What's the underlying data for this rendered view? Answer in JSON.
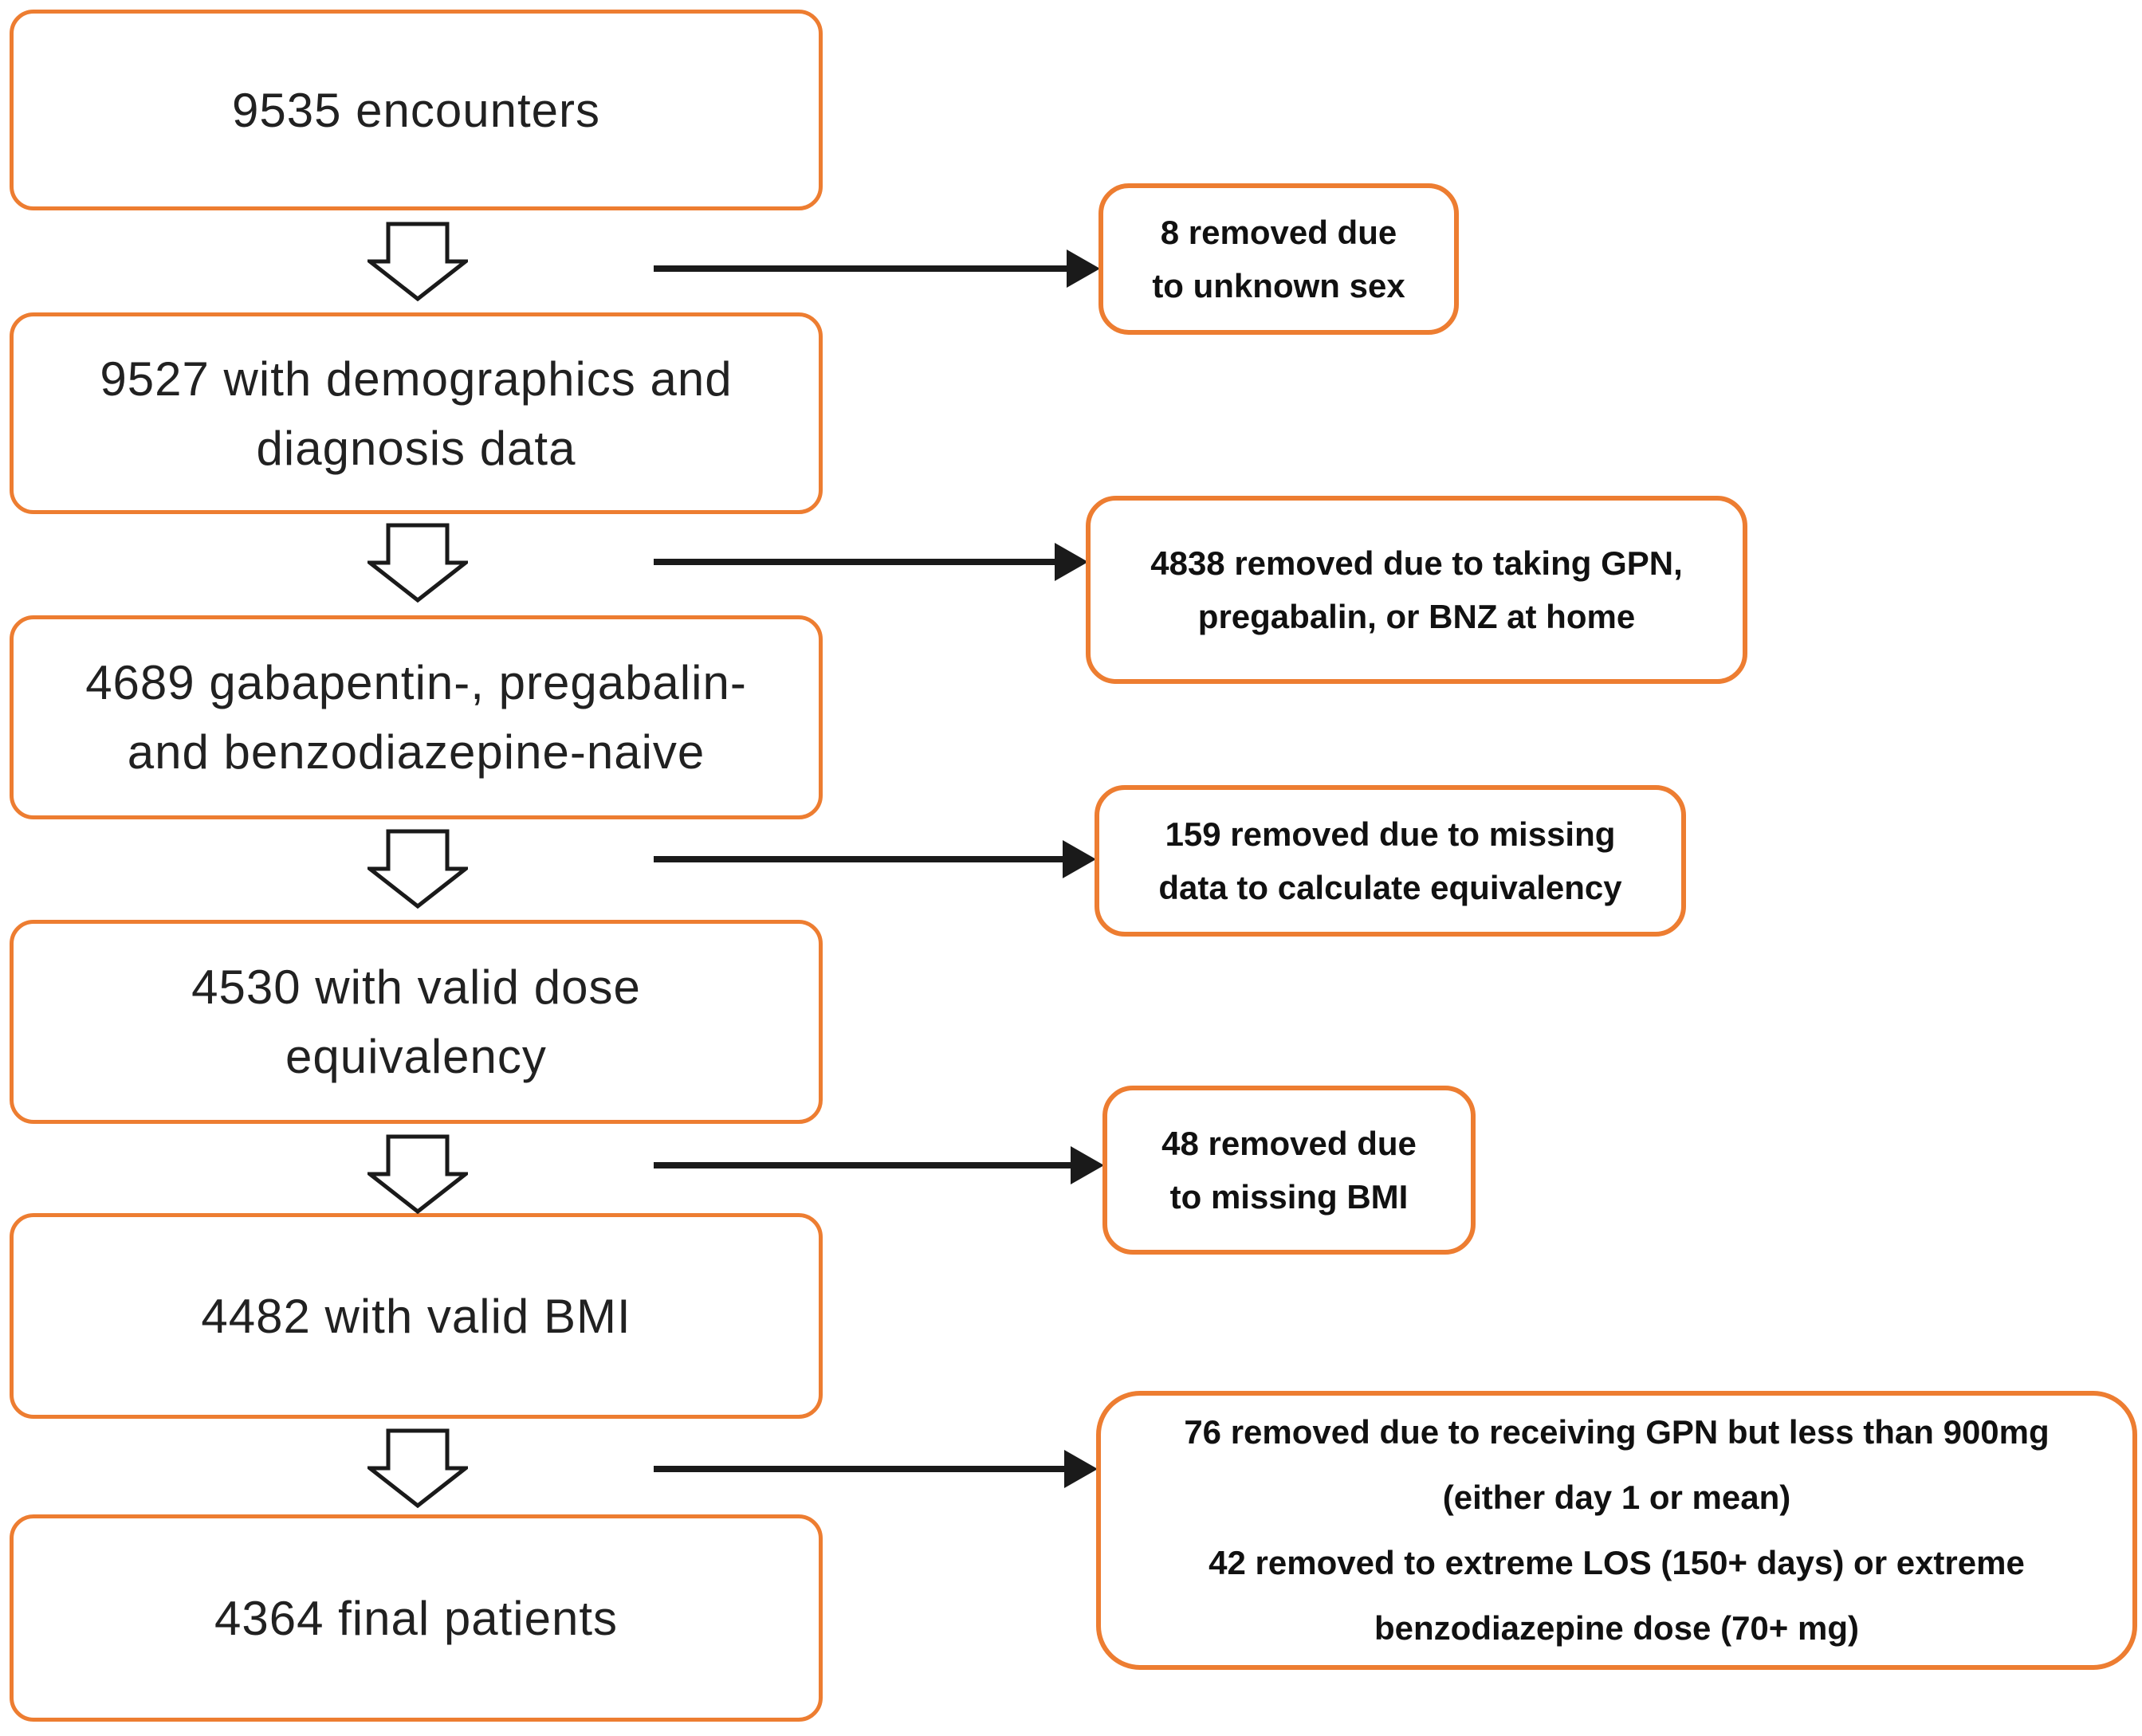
{
  "diagram": {
    "accent_color": "#ED7D31",
    "arrow_color": "#1a1a1a",
    "text_color": "#212121",
    "flow_steps": [
      {
        "label": "9535 encounters"
      },
      {
        "label": "9527 with demographics and\ndiagnosis data"
      },
      {
        "label": "4689 gabapentin-, pregabalin-\nand benzodiazepine-naive"
      },
      {
        "label": "4530 with valid dose\nequivalency"
      },
      {
        "label": "4482 with valid BMI"
      },
      {
        "label": "4364 final patients"
      }
    ],
    "exclusions": [
      {
        "label": "8 removed due\nto unknown sex"
      },
      {
        "label": "4838 removed due to taking GPN,\npregabalin, or BNZ at home"
      },
      {
        "label": "159 removed due to missing\ndata to calculate equivalency"
      },
      {
        "label": "48 removed due\nto missing BMI"
      },
      {
        "label": "76 removed due to receiving GPN but less than 900mg\n(either day 1 or mean)\n42 removed to extreme LOS (150+ days) or extreme\nbenzodiazepine dose (70+ mg)"
      }
    ]
  }
}
